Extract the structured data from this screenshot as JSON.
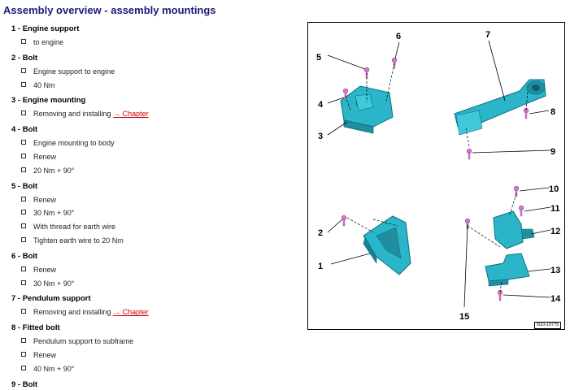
{
  "page_title": "Assembly overview - assembly mountings",
  "figure_id": "N10-10775",
  "parts": [
    {
      "label": "1 - Engine support",
      "notes": [
        {
          "text": "to engine"
        }
      ]
    },
    {
      "label": "2 - Bolt",
      "notes": [
        {
          "text": "Engine support to engine"
        },
        {
          "text": "40 Nm"
        }
      ]
    },
    {
      "label": "3 - Engine mounting",
      "notes": [
        {
          "text": "Removing and installing",
          "link": "→ Chapter"
        }
      ]
    },
    {
      "label": "4 - Bolt",
      "notes": [
        {
          "text": "Engine mounting to body"
        },
        {
          "text": "Renew"
        },
        {
          "text": "20 Nm + 90°"
        }
      ]
    },
    {
      "label": "5 - Bolt",
      "notes": [
        {
          "text": "Renew"
        },
        {
          "text": "30 Nm + 90°"
        },
        {
          "text": "With thread for earth wire"
        },
        {
          "text": "Tighten earth wire to 20 Nm"
        }
      ]
    },
    {
      "label": "6 - Bolt",
      "notes": [
        {
          "text": "Renew"
        },
        {
          "text": "30 Nm + 90°"
        }
      ]
    },
    {
      "label": "7 - Pendulum support",
      "notes": [
        {
          "text": "Removing and installing",
          "link": "→ Chapter"
        }
      ]
    },
    {
      "label": "8 - Fitted bolt",
      "notes": [
        {
          "text": "Pendulum support to subframe"
        },
        {
          "text": "Renew"
        },
        {
          "text": "40 Nm + 90°"
        }
      ]
    },
    {
      "label": "9 - Bolt",
      "notes": []
    }
  ],
  "callouts": [
    "1",
    "2",
    "3",
    "4",
    "5",
    "6",
    "7",
    "8",
    "9",
    "10",
    "11",
    "12",
    "13",
    "14",
    "15"
  ],
  "colors": {
    "title": "#1a1a7a",
    "link": "#cc0000",
    "part_fill": "#2ab5c8",
    "part_stroke": "#0b6f82",
    "bolt": "#d67ad0"
  }
}
